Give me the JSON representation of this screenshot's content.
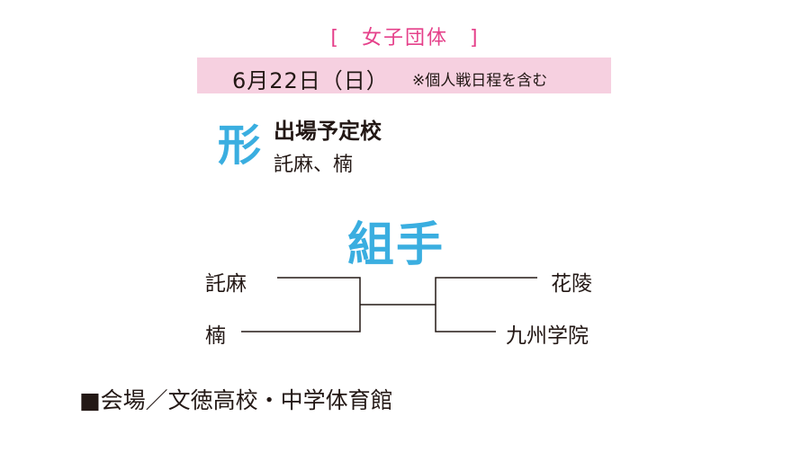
{
  "heading": "[　女子団体　]",
  "date": {
    "main": "6月22日（日）",
    "note": "※個人戦日程を含む"
  },
  "kata": {
    "title": "形",
    "label": "出場予定校",
    "schools": "託麻、楠"
  },
  "kumite": {
    "title": "組手",
    "left": [
      "託麻",
      "楠"
    ],
    "right": [
      "花陵",
      "九州学院"
    ]
  },
  "venue": "■会場／文徳高校・中学体育館",
  "colors": {
    "accent_pink": "#e5408a",
    "band_pink": "#f6d0e0",
    "accent_blue": "#3aaee0",
    "text": "#231815"
  }
}
